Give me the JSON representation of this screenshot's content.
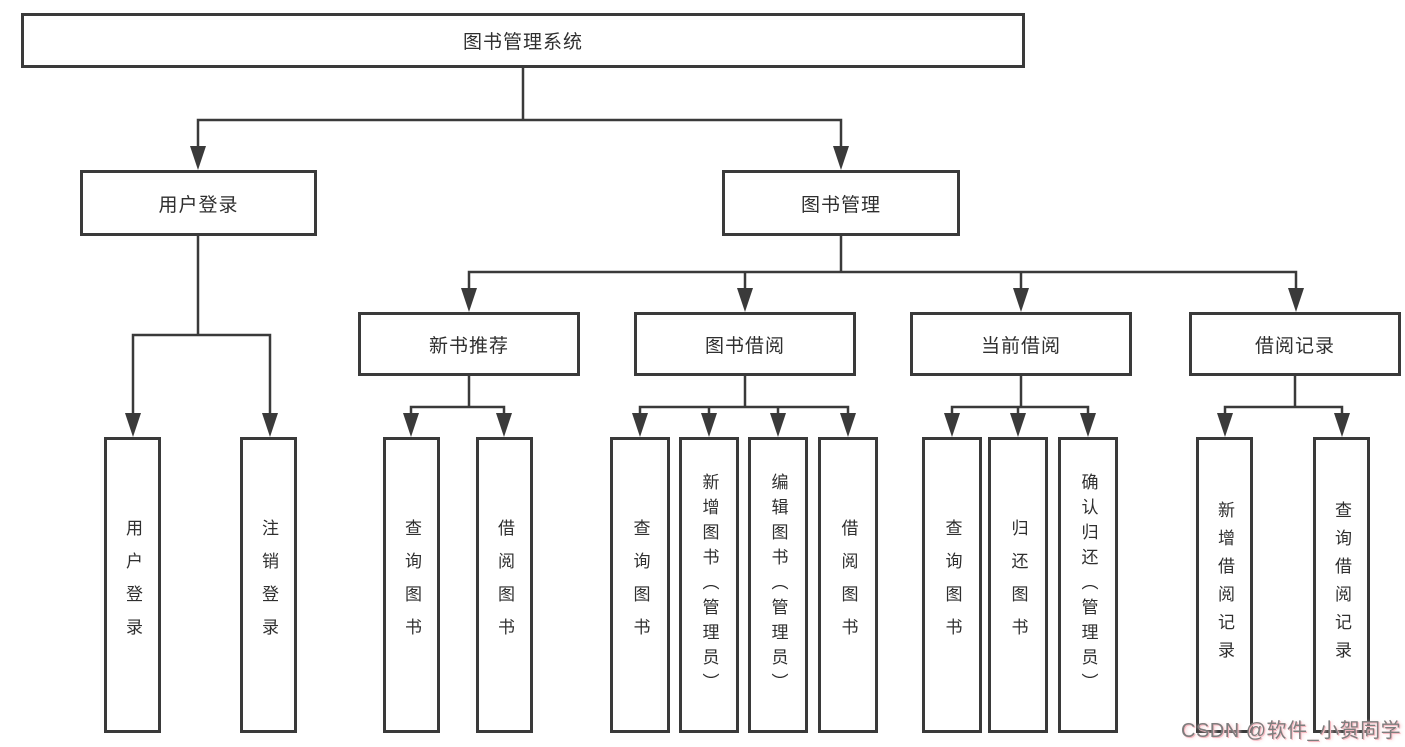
{
  "tree": {
    "root": {
      "label": "图书管理系统",
      "children": [
        {
          "label": "用户登录",
          "children": [
            {
              "label": "用户登录"
            },
            {
              "label": "注销登录"
            }
          ]
        },
        {
          "label": "图书管理",
          "children": [
            {
              "label": "新书推荐",
              "children": [
                {
                  "label": "查询图书"
                },
                {
                  "label": "借阅图书"
                }
              ]
            },
            {
              "label": "图书借阅",
              "children": [
                {
                  "label": "查询图书"
                },
                {
                  "label": "新增图书（管理员）"
                },
                {
                  "label": "编辑图书（管理员）"
                },
                {
                  "label": "借阅图书"
                }
              ]
            },
            {
              "label": "当前借阅",
              "children": [
                {
                  "label": "查询图书"
                },
                {
                  "label": "归还图书"
                },
                {
                  "label": "确认归还（管理员）"
                }
              ]
            },
            {
              "label": "借阅记录",
              "children": [
                {
                  "label": "新增借阅记录"
                },
                {
                  "label": "查询借阅记录"
                }
              ]
            }
          ]
        }
      ]
    }
  },
  "watermark": {
    "text": "CSDN @软件_小贺同学"
  },
  "colors": {
    "line": "#3a3a3a",
    "text": "#2f2f2f",
    "background": "#ffffff",
    "watermark_pink": "#f5b9c1"
  }
}
